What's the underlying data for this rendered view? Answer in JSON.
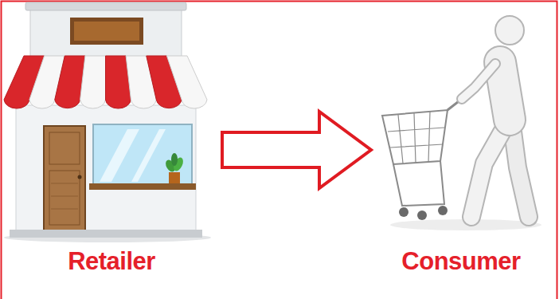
{
  "diagram": {
    "nodes": [
      {
        "text": [
          "Retailer"
        ]
      },
      {
        "text": [
          "Consumer"
        ]
      }
    ],
    "edges": [
      {
        "from": 0,
        "to": 1,
        "arrow": "to"
      }
    ]
  }
}
